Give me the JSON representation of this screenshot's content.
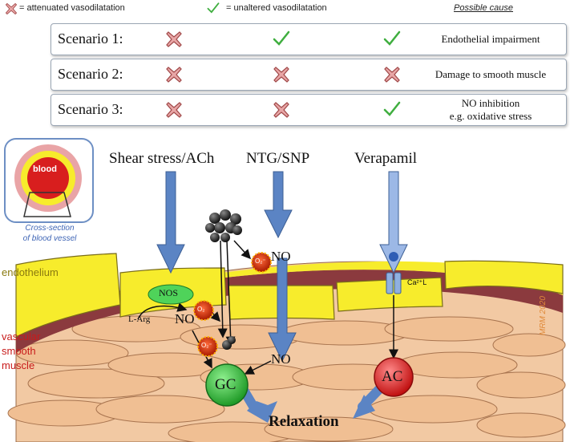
{
  "legend": {
    "attenuated": "= attenuated vasodilatation",
    "unaltered": "= unaltered vasodilatation",
    "possible_cause": "Possible cause"
  },
  "scenarios": [
    {
      "label": "Scenario 1:",
      "marks": [
        "x",
        "check",
        "check"
      ],
      "cause_line1": "Endothelial impairment",
      "cause_line2": ""
    },
    {
      "label": "Scenario 2:",
      "marks": [
        "x",
        "x",
        "x"
      ],
      "cause_line1": "Damage to smooth muscle",
      "cause_line2": ""
    },
    {
      "label": "Scenario 3:",
      "marks": [
        "x",
        "x",
        "check"
      ],
      "cause_line1": "NO inhibition",
      "cause_line2": "e.g. oxidative stress"
    }
  ],
  "inset": {
    "blood": "blood",
    "caption_line1": "Cross-section",
    "caption_line2": "of blood vessel"
  },
  "stimuli": {
    "shear": "Shear stress/ACh",
    "ntg": "NTG/SNP",
    "verapamil": "Verapamil"
  },
  "layers": {
    "endothelium": "endothelium",
    "vsm_1": "vascular",
    "vsm_2": "smooth",
    "vsm_3": "muscle"
  },
  "molecules": {
    "nos": "NOS",
    "larg": "L-Arg",
    "no": "NO",
    "o2": "O₂",
    "o2_minus": "O₂⁻",
    "ca_channel": "Ca²⁺L",
    "gc": "GC",
    "ac": "AC",
    "relaxation": "Relaxation"
  },
  "signature": "MRM 2020",
  "colors": {
    "x_mark": "#e8a6a6",
    "check": "#3fae3f",
    "arrow_blue": "#5b84c4",
    "endothelium": "#f7ec2c",
    "vsm": "#f2c9a3",
    "gc": "#2fbf3a",
    "ac": "#e02424"
  }
}
